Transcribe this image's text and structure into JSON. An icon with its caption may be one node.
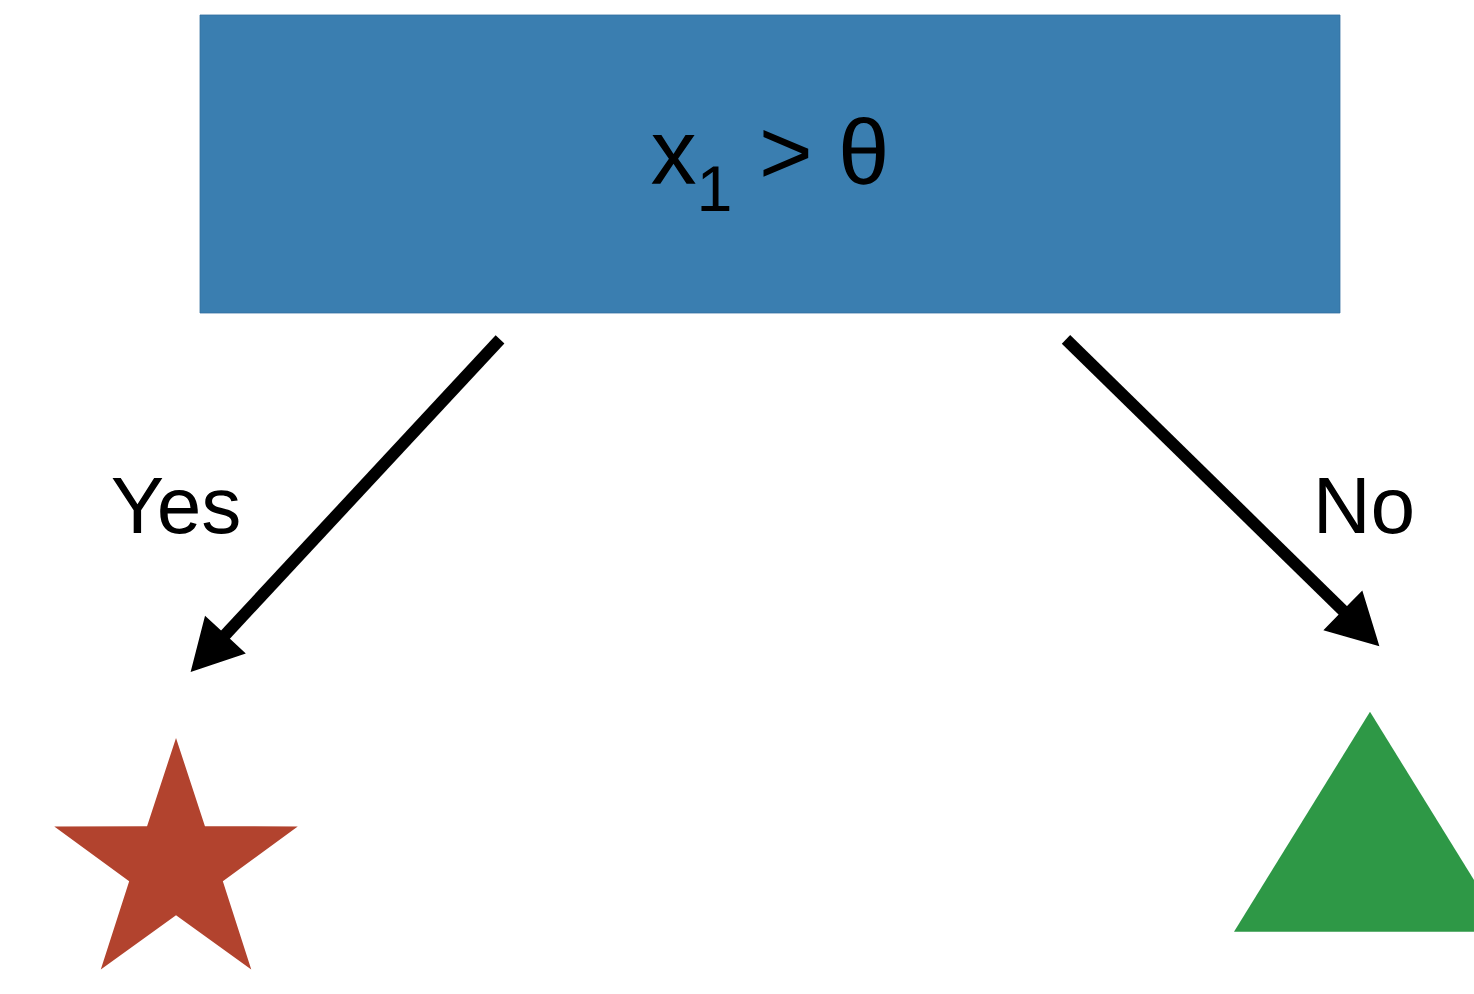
{
  "diagram": {
    "nodes": [
      {
        "text": [
          "x$_{1}$ > θ"
        ]
      },
      {
        "text": [],
        "shape": "star"
      },
      {
        "text": [],
        "shape": "triangle"
      }
    ],
    "edges": [
      {
        "from": 0,
        "to": 1,
        "arrow": "to",
        "label": "Yes"
      },
      {
        "from": 0,
        "to": 2,
        "arrow": "to",
        "label": "No"
      }
    ]
  }
}
